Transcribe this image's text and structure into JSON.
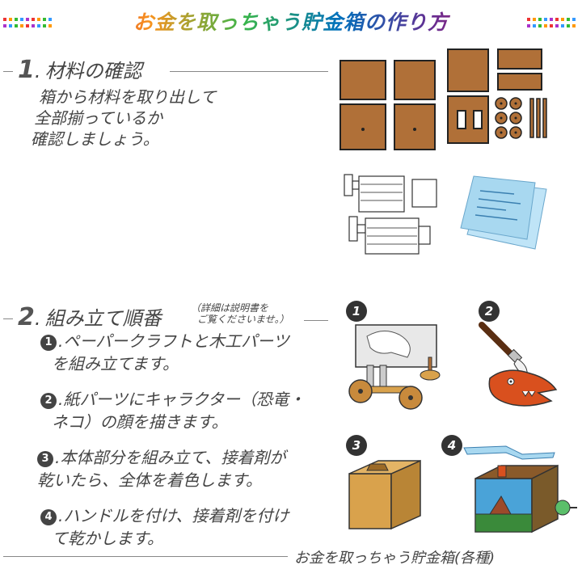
{
  "title": "お金を取っちゃう貯金箱の作り方",
  "section1": {
    "number": "1",
    "heading": "材料の確認",
    "lines": [
      "箱から材料を取り出して",
      "全部揃っているか",
      "確認しましょう。"
    ]
  },
  "section2": {
    "number": "2",
    "heading": "組み立て順番",
    "note_lines": [
      "（詳細は説明書を",
      "ご覧くださいませ。）"
    ],
    "steps": [
      {
        "num": "1",
        "lines": [
          ".ペーパークラフトと木工パーツ",
          "を組み立てます。"
        ]
      },
      {
        "num": "2",
        "lines": [
          ".紙パーツにキャラクター（恐竜・",
          "ネコ）の顔を描きます。"
        ]
      },
      {
        "num": "3",
        "lines": [
          ".本体部分を組み立て、接着剤が",
          "乾いたら、全体を着色します。"
        ]
      },
      {
        "num": "4",
        "lines": [
          ".ハンドルを付け、接着剤を付け",
          "て乾かします。"
        ]
      }
    ]
  },
  "badges": [
    "1",
    "2",
    "3",
    "4"
  ],
  "footer": "お金を取っちゃう貯金箱(各種)",
  "colors": {
    "wood": "#b07038",
    "cardboard": "#d9a24c",
    "paper_blue": "#a8d8f0",
    "dino": "#d9501e"
  }
}
